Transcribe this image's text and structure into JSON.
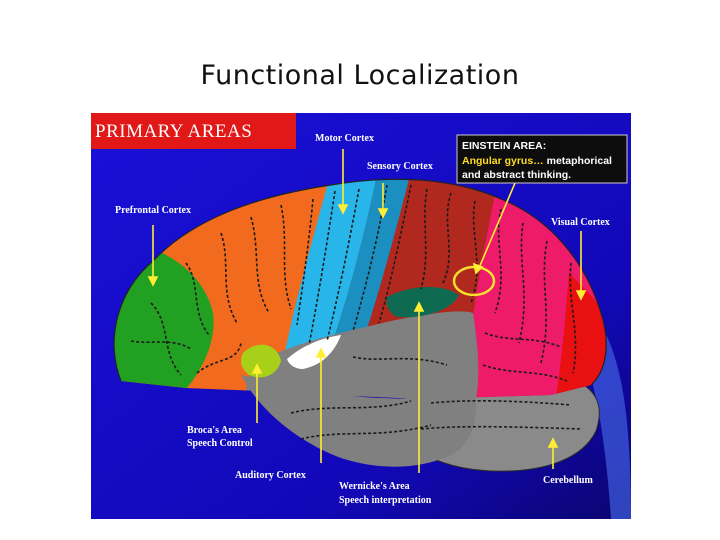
{
  "title": "Functional Localization",
  "banner": "PRIMARY AREAS",
  "labels": {
    "motor_cortex": "Motor Cortex",
    "sensory_cortex": "Sensory Cortex",
    "prefrontal_cortex": "Prefrontal Cortex",
    "visual_cortex": "Visual Cortex",
    "brocas_area": "Broca's Area",
    "speech_control": "Speech Control",
    "auditory_cortex": "Auditory Cortex",
    "wernickes_area": "Wernicke's Area",
    "speech_interpretation": "Speech interpretation",
    "cerebellum": "Cerebellum"
  },
  "einstein": {
    "heading": "EINSTEIN AREA:",
    "highlight": "Angular gyrus…",
    "line1_rest": " metaphorical",
    "line2": "and abstract thinking."
  },
  "colors": {
    "background": "#1a10d8",
    "banner": "#e01818",
    "prefrontal": "#22a022",
    "frontal": "#f26a1e",
    "motor": "#27b5ea",
    "motor_deep": "#1a8fc0",
    "parietal": "#b0281e",
    "occipital": "#ee1a6a",
    "visual": "#e81010",
    "temporal": "#808080",
    "cerebellum": "#8a8a8a",
    "broca": "#a8d018",
    "wernicke": "#0e6a50",
    "pointer": "#ffee33",
    "einstein_ring": "#f5e030"
  }
}
